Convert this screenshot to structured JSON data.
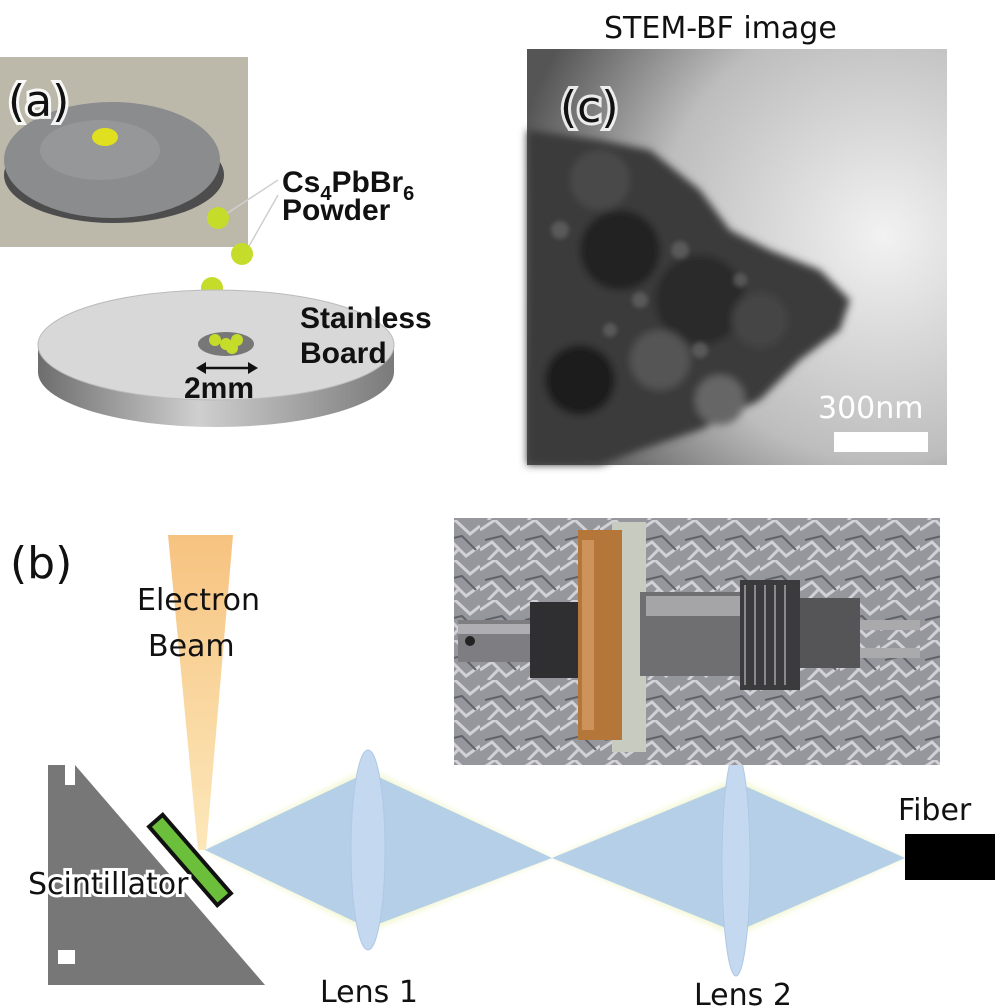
{
  "panel_a": {
    "letter": "(a)",
    "powder_formula": {
      "base": "Cs",
      "sub1": "4",
      "mid": "PbBr",
      "sub2": "6"
    },
    "powder_label": "Powder",
    "board_label_1": "Stainless",
    "board_label_2": "Board",
    "dimension": "2mm"
  },
  "panel_b": {
    "letter": "(b)",
    "beam_label_1": "Electron",
    "beam_label_2": "Beam",
    "scintillator": "Scintillator",
    "lens1": "Lens 1",
    "lens2": "Lens 2",
    "fiber": "Fiber"
  },
  "panel_c": {
    "title": "STEM-BF image",
    "letter": "(c)",
    "scale": "300nm"
  },
  "colors": {
    "powder": "#c6dc2a",
    "board": "#d6d6d6",
    "beam": "#f7c37d",
    "light": "#a9c8ea",
    "lens": "#c4d8f0",
    "scintillator": "#6cbf3a"
  }
}
